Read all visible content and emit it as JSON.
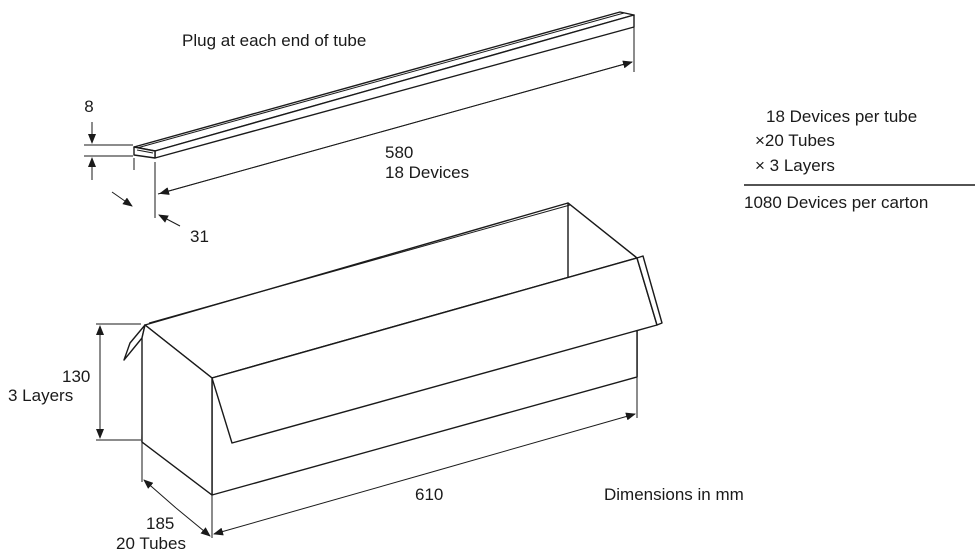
{
  "tube": {
    "plug_note": "Plug at each end of tube",
    "height_dim": "8",
    "width_dim": "31",
    "length_dim": "580",
    "length_sub": "18 Devices"
  },
  "carton": {
    "height_dim": "130",
    "height_sub": "3 Layers",
    "length_dim": "610",
    "depth_dim": "185",
    "depth_sub": "20 Tubes"
  },
  "calculation": {
    "line1": "18 Devices per tube",
    "line2": "×20 Tubes",
    "line3": "×  3 Layers",
    "total": "1080 Devices per carton"
  },
  "units_note": "Dimensions in mm"
}
